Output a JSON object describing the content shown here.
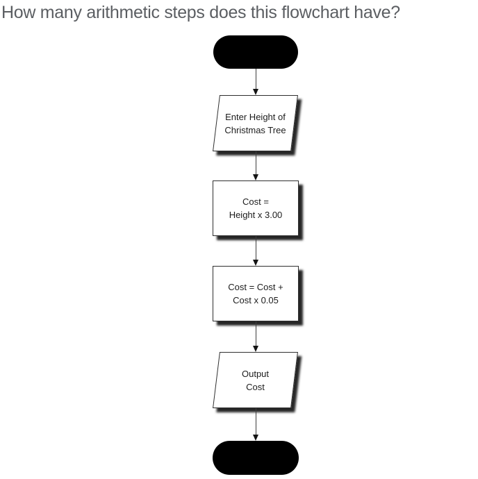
{
  "page": {
    "question": "How many arithmetic steps does this flowchart have?"
  },
  "flowchart": {
    "nodes": [
      {
        "id": "start",
        "type": "terminator",
        "shape": "rounded-pill",
        "fill": "#000000",
        "lines": []
      },
      {
        "id": "input-height",
        "type": "input",
        "shape": "parallelogram",
        "lines": [
          "Enter Height of",
          "Christmas Tree"
        ]
      },
      {
        "id": "compute-cost",
        "type": "process",
        "shape": "rectangle",
        "lines": [
          "Cost =",
          "Height x 3.00"
        ]
      },
      {
        "id": "add-tax",
        "type": "process",
        "shape": "rectangle",
        "lines": [
          "Cost = Cost +",
          "Cost x 0.05"
        ]
      },
      {
        "id": "output-cost",
        "type": "output",
        "shape": "parallelogram",
        "lines": [
          "Output",
          "Cost"
        ]
      },
      {
        "id": "end",
        "type": "terminator",
        "shape": "rounded-pill",
        "fill": "#000000",
        "lines": []
      }
    ],
    "connections": [
      {
        "from": "start",
        "to": "input-height"
      },
      {
        "from": "input-height",
        "to": "compute-cost"
      },
      {
        "from": "compute-cost",
        "to": "add-tax"
      },
      {
        "from": "add-tax",
        "to": "output-cost"
      },
      {
        "from": "output-cost",
        "to": "end"
      }
    ],
    "colors": {
      "terminator_fill": "#000000",
      "shape_fill": "#ffffff",
      "shape_border": "#2e2e2e",
      "shadow": "rgba(0,0,0,0.85)",
      "arrow": "#3d3d3d",
      "label_text": "#1c1c1c",
      "question_text": "#5b5e62"
    }
  }
}
